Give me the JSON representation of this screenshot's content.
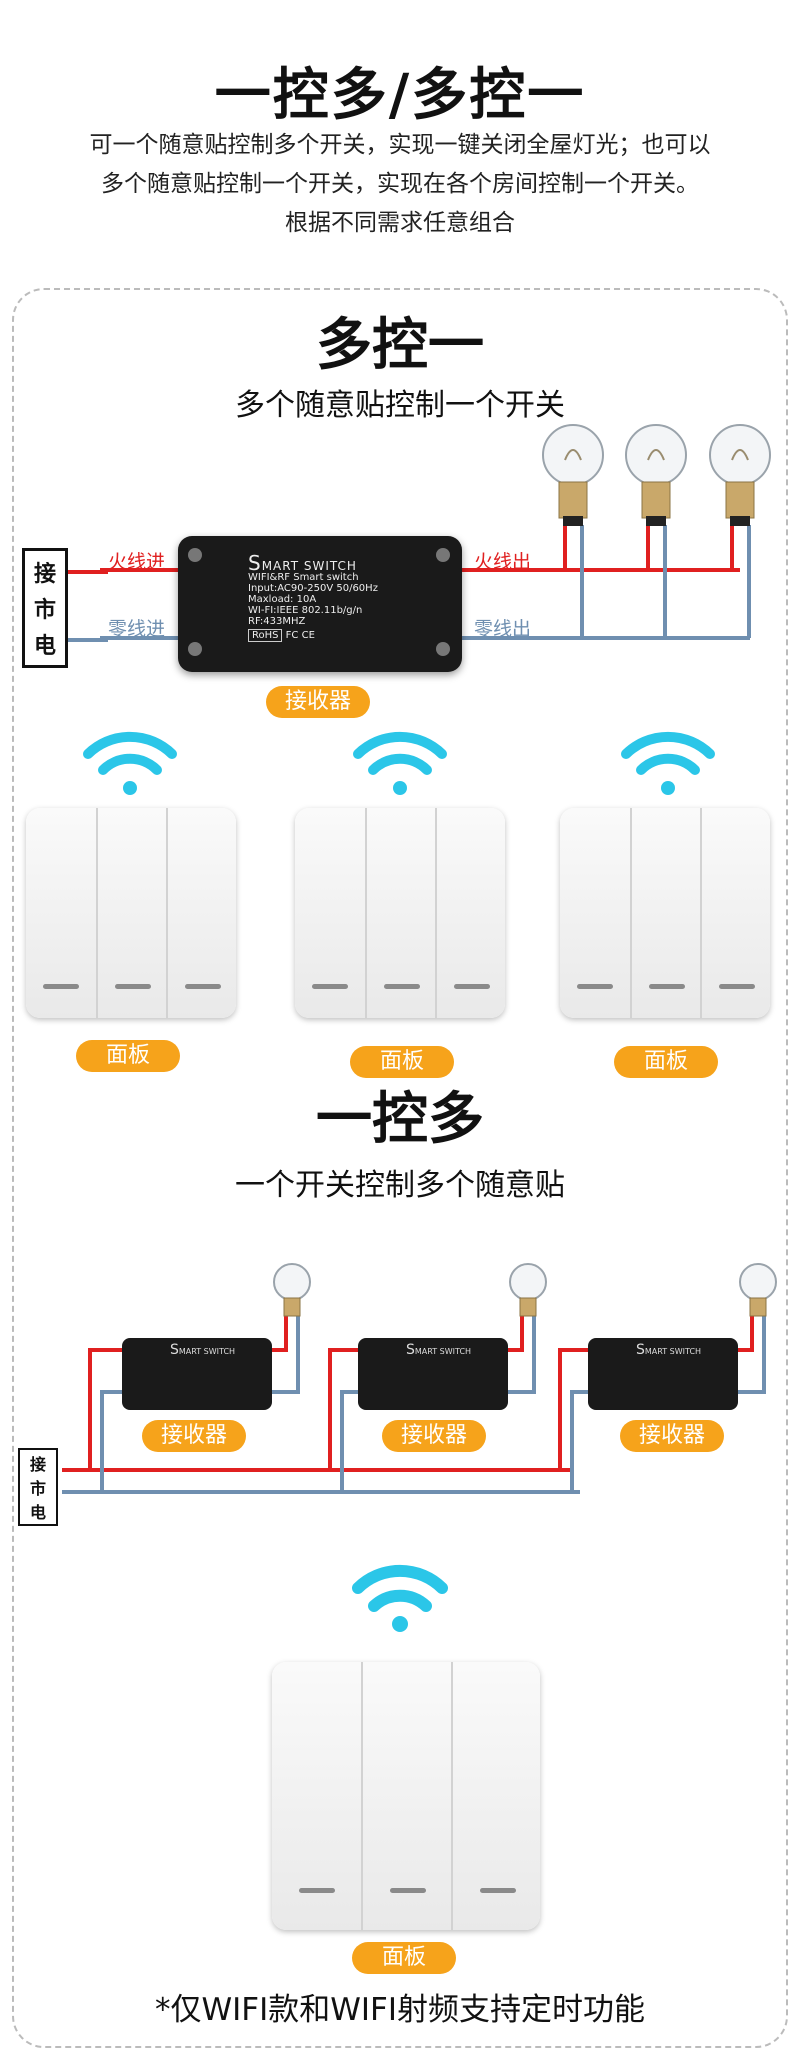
{
  "header": {
    "title": "一控多/多控一",
    "desc_lines": [
      "可一个随意贴控制多个开关，实现一键关闭全屋灯光；也可以",
      "多个随意贴控制一个开关，实现在各个房间控制一个开关。",
      "根据不同需求任意组合"
    ]
  },
  "section_a": {
    "title": "多控一",
    "subtitle": "多个随意贴控制一个开关",
    "mains_box": [
      "接",
      "市",
      "电"
    ],
    "live_in": "火线进",
    "neutral_in": "零线进",
    "live_out": "火线出",
    "neutral_out": "零线出",
    "receiver_label": "接收器",
    "device": {
      "brand_big": "S",
      "brand": "MART SWITCH",
      "lines": [
        "WIFI&RF Smart switch",
        "Input:AC90-250V 50/60Hz",
        "Maxload: 10A",
        "WI-FI:IEEE 802.11b/g/n",
        "RF:433MHZ"
      ],
      "rohs": "RoHS",
      "fc": "FC",
      "ce": "CE"
    },
    "panel_labels": [
      "面板",
      "面板",
      "面板"
    ]
  },
  "section_b": {
    "title": "一控多",
    "subtitle": "一个开关控制多个随意贴",
    "receiver_labels": [
      "接收器",
      "接收器",
      "接收器"
    ],
    "mains_box": [
      "接",
      "市",
      "电"
    ],
    "panel_label": "面板"
  },
  "footer": {
    "note": "*仅WIFI款和WIFI射频支持定时功能"
  },
  "colors": {
    "accent": "#f6a31b",
    "wifi": "#2bc6e8",
    "live_wire": "#e02020",
    "neutral_wire": "#6f8fb0"
  }
}
